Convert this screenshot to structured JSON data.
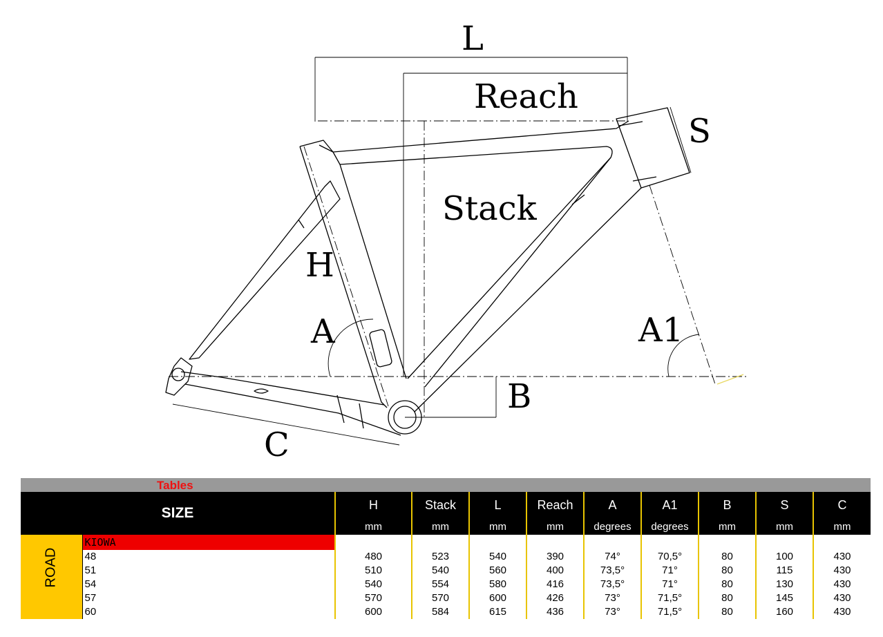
{
  "diagram": {
    "labels": {
      "L": "L",
      "reach": "Reach",
      "stack": "Stack",
      "S": "S",
      "H": "H",
      "A": "A",
      "A1": "A1",
      "B": "B",
      "C": "C"
    }
  },
  "table": {
    "caption": "Tables",
    "size_header": "SIZE",
    "columns": [
      {
        "name": "H",
        "unit": "mm"
      },
      {
        "name": "Stack",
        "unit": "mm"
      },
      {
        "name": "L",
        "unit": "mm"
      },
      {
        "name": "Reach",
        "unit": "mm"
      },
      {
        "name": "A",
        "unit": "degrees"
      },
      {
        "name": "A1",
        "unit": "degrees"
      },
      {
        "name": "B",
        "unit": "mm"
      },
      {
        "name": "S",
        "unit": "mm"
      },
      {
        "name": "C",
        "unit": "mm"
      }
    ],
    "category": "ROAD",
    "model": "KIOWA",
    "rows": [
      {
        "size": "48",
        "values": [
          "480",
          "523",
          "540",
          "390",
          "74°",
          "70,5°",
          "80",
          "100",
          "430"
        ]
      },
      {
        "size": "51",
        "values": [
          "510",
          "540",
          "560",
          "400",
          "73,5°",
          "71°",
          "80",
          "115",
          "430"
        ]
      },
      {
        "size": "54",
        "values": [
          "540",
          "554",
          "580",
          "416",
          "73,5°",
          "71°",
          "80",
          "130",
          "430"
        ]
      },
      {
        "size": "57",
        "values": [
          "570",
          "570",
          "600",
          "426",
          "73°",
          "71,5°",
          "80",
          "145",
          "430"
        ]
      },
      {
        "size": "60",
        "values": [
          "600",
          "584",
          "615",
          "436",
          "73°",
          "71,5°",
          "80",
          "160",
          "430"
        ]
      }
    ]
  }
}
